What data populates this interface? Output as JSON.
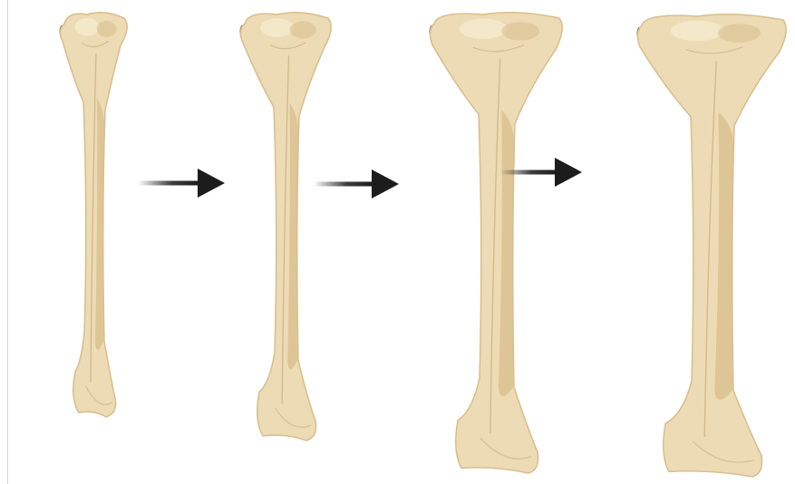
{
  "diagram": {
    "stages": [
      {
        "name": "bone-stage-1",
        "width_scale": 0.72
      },
      {
        "name": "bone-stage-2",
        "width_scale": 0.82
      },
      {
        "name": "bone-stage-3",
        "width_scale": 1.0
      },
      {
        "name": "bone-stage-4",
        "width_scale": 1.06
      }
    ],
    "arrow_count": 3,
    "colors": {
      "bone_fill": "#ecdbb4",
      "bone_shade": "#d9bd8c",
      "bone_dark": "#c9a878",
      "bone_highlight": "#f5e9cc",
      "cartilage_gray": "#8f8f8f",
      "arrow": "#1c1c1c",
      "background": "#ffffff"
    }
  }
}
